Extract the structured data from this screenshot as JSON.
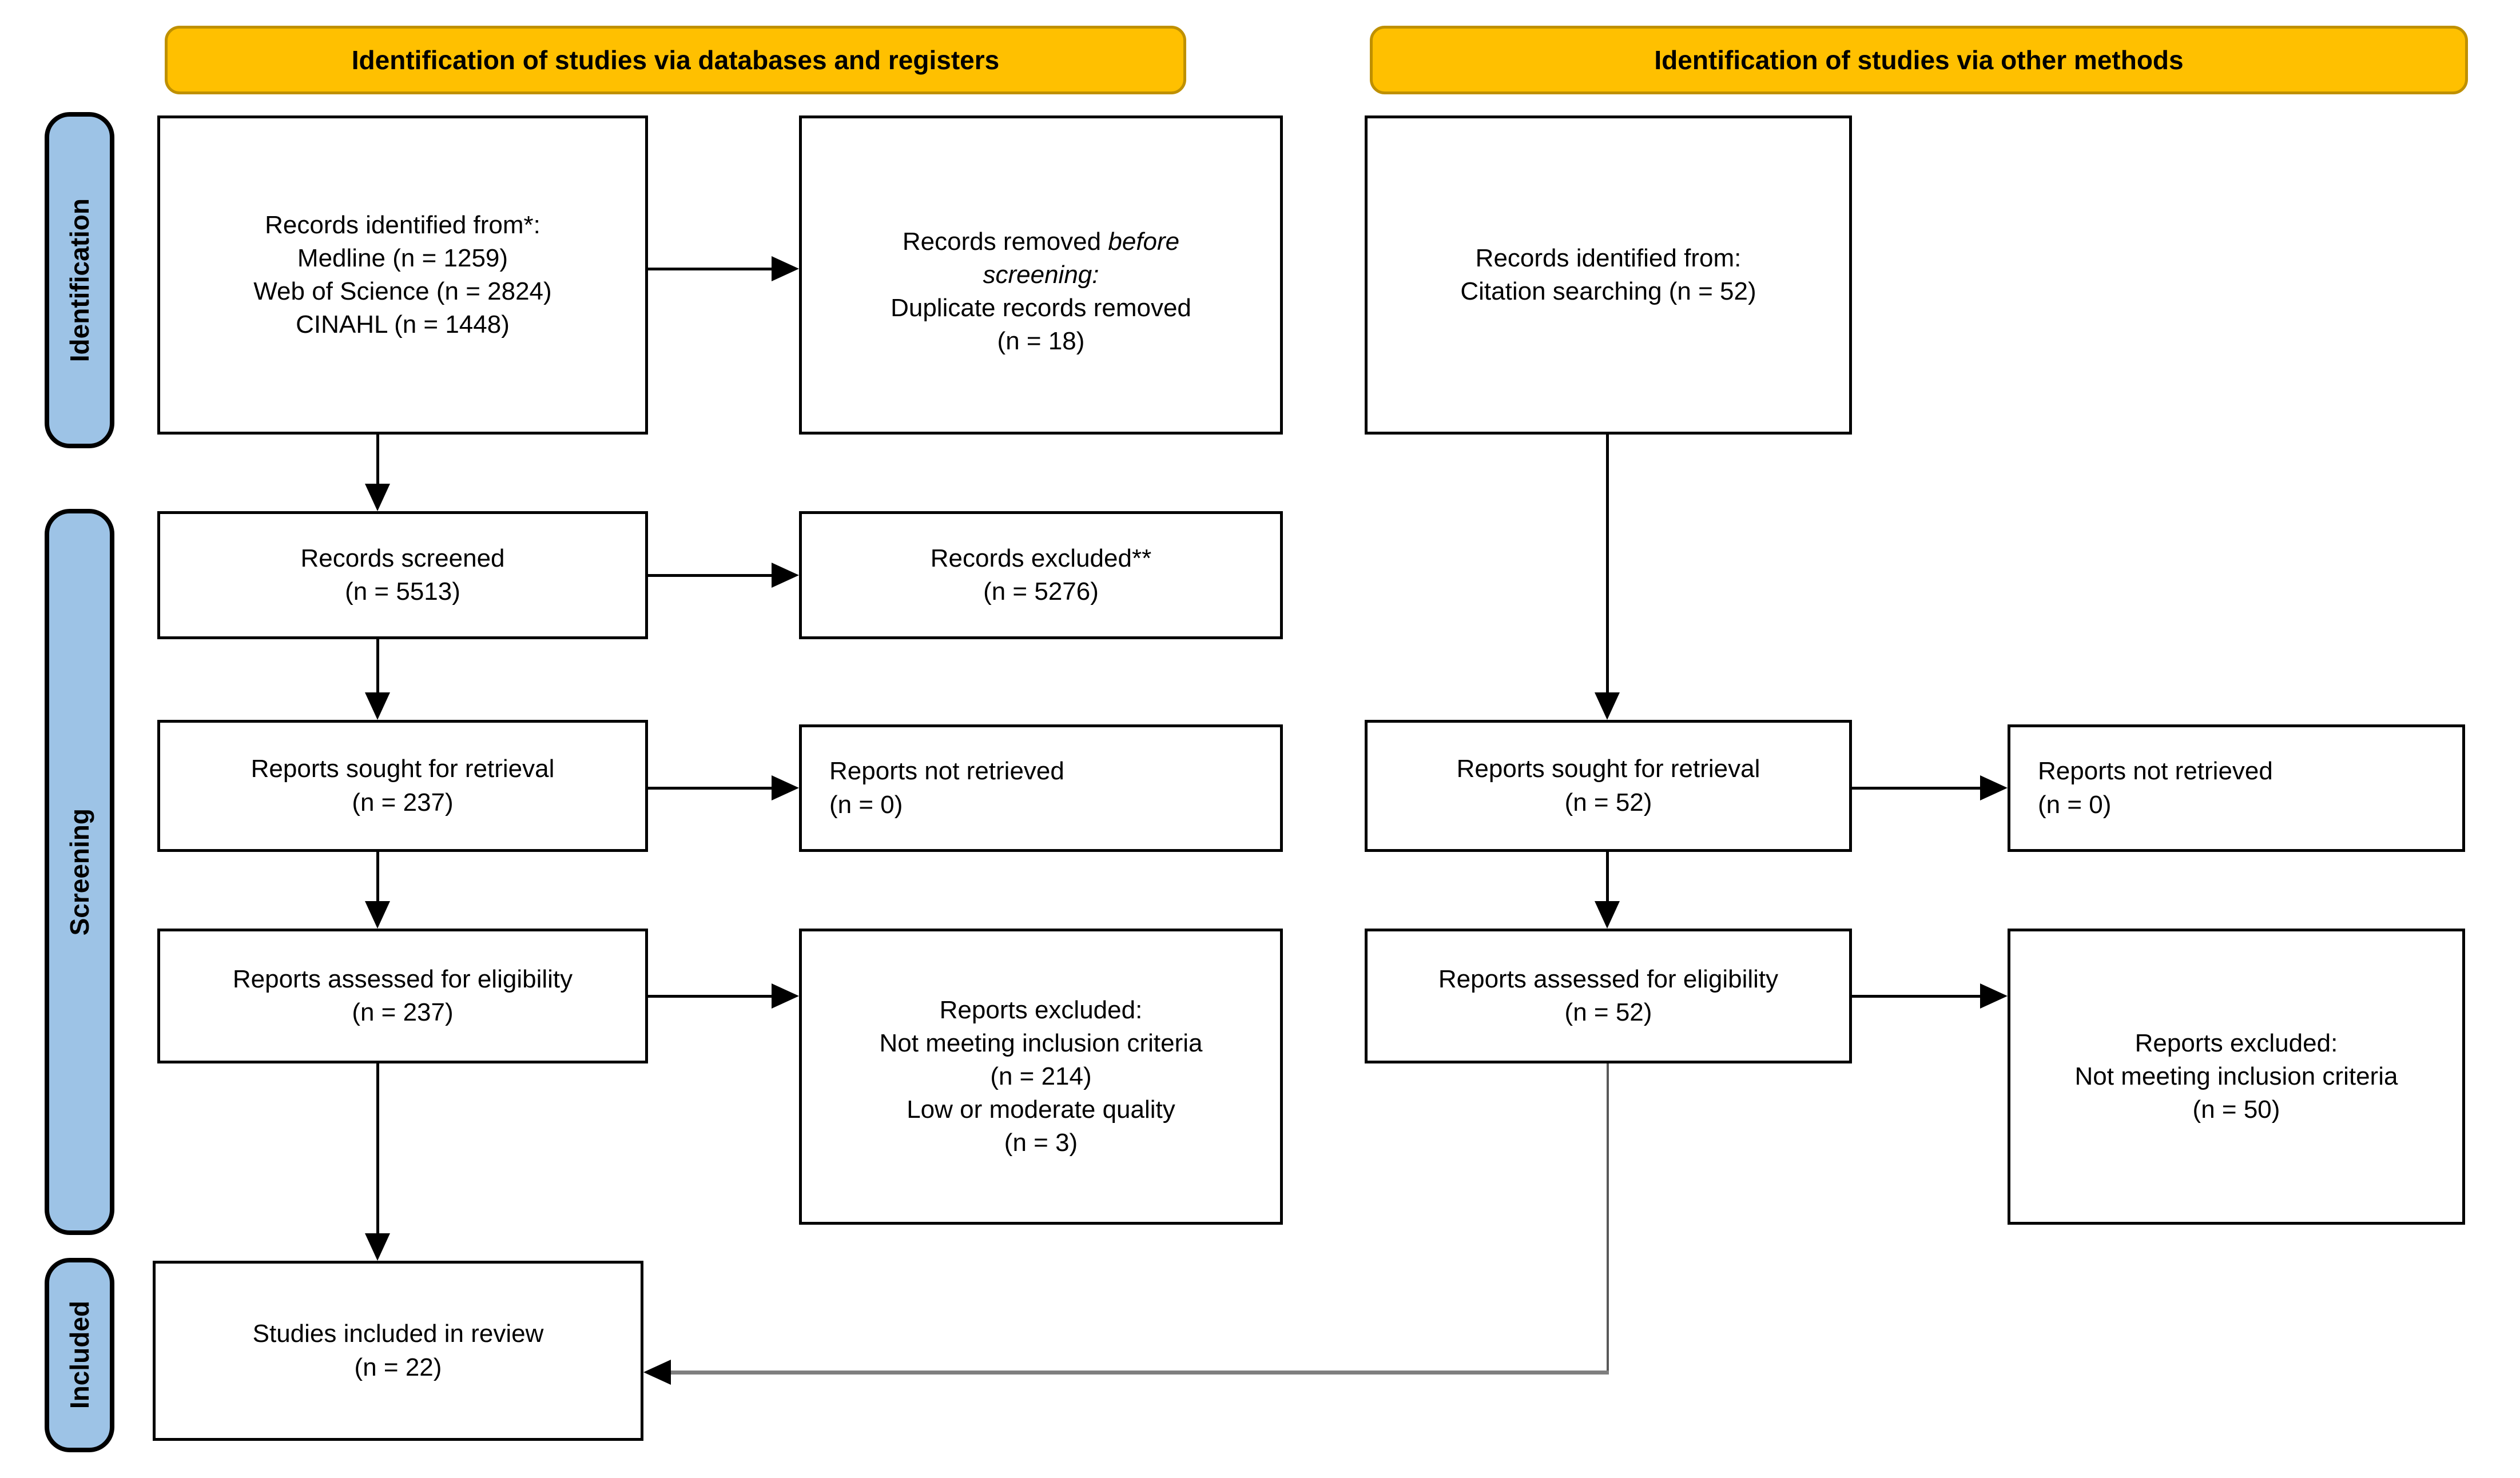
{
  "colors": {
    "banner_fill": "#FFC000",
    "banner_border": "#BF9000",
    "stage_fill": "#9DC3E6",
    "stage_border": "#000000",
    "box_border": "#000000",
    "elbow_line": "#7f7f7f"
  },
  "banners": {
    "databases": "Identification of studies via databases and registers",
    "other": "Identification of studies via other methods"
  },
  "stages": {
    "identification": "Identification",
    "screening": "Screening",
    "included": "Included"
  },
  "boxes": {
    "records_identified_db": {
      "text": "Records identified from*:\nMedline (n = 1259)\nWeb of Science (n = 2824)\nCINAHL (n = 1448)"
    },
    "records_removed": {
      "prefix": "Records removed ",
      "italic": "before\nscreening:",
      "rest": "\nDuplicate records removed\n(n = 18)"
    },
    "records_identified_other": {
      "text": "Records identified from:\nCitation searching (n = 52)"
    },
    "records_screened": {
      "text": "Records screened\n(n = 5513)"
    },
    "records_excluded": {
      "text": "Records excluded**\n(n = 5276)"
    },
    "reports_sought_db": {
      "text": "Reports sought for retrieval\n(n = 237)"
    },
    "reports_not_retrieved_db": {
      "text": "Reports not retrieved\n(n = 0)"
    },
    "reports_assessed_db": {
      "text": "Reports assessed for eligibility\n(n = 237)"
    },
    "reports_excluded_db": {
      "text": "Reports excluded:\nNot meeting inclusion criteria\n(n = 214)\nLow or moderate quality\n(n =  3)"
    },
    "reports_sought_other": {
      "text": "Reports sought for retrieval\n(n = 52)"
    },
    "reports_not_retrieved_other": {
      "text": "Reports not retrieved\n(n = 0)"
    },
    "reports_assessed_other": {
      "text": "Reports assessed for eligibility\n(n = 52)"
    },
    "reports_excluded_other": {
      "text": "Reports excluded:\nNot meeting inclusion criteria\n(n = 50)"
    },
    "studies_included": {
      "text": "Studies included in review\n(n = 22)"
    }
  }
}
